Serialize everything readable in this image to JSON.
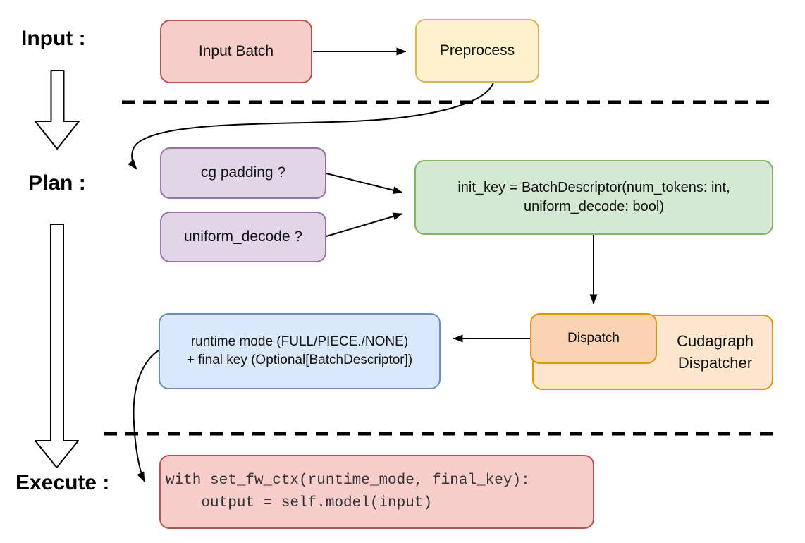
{
  "palette": {
    "pink-fill": "#f8cecc",
    "pink-stroke": "#b85450",
    "yellow-fill": "#fff2cc",
    "yellow-stroke": "#d6b656",
    "purple-fill": "#e1d5e7",
    "purple-stroke": "#9673a6",
    "green-fill": "#d5e8d4",
    "green-stroke": "#82b366",
    "orange-fill": "#ffe6cc",
    "orange-stroke": "#d79b00",
    "peach-fill": "#fbd2b4",
    "blue-fill": "#dae8fc",
    "blue-stroke": "#6c8ebf",
    "line-color": "#000000"
  },
  "stage_labels": {
    "input": "Input :",
    "plan": "Plan :",
    "execute": "Execute :"
  },
  "nodes": {
    "input_batch": "Input Batch",
    "preprocess": "Preprocess",
    "cg_padding": "cg padding ?",
    "uniform_decode": "uniform_decode ?",
    "init_key": "init_key = BatchDescriptor(num_tokens: int,\nuniform_decode: bool)",
    "dispatch": "Dispatch",
    "cudagraph_dispatcher": "Cudagraph\nDispatcher",
    "runtime": "runtime mode (FULL/PIECE./NONE)\n+ final key (Optional[BatchDescriptor])",
    "execute_code": "with set_fw_ctx(runtime_mode, final_key):\n    output = self.model(input)"
  }
}
